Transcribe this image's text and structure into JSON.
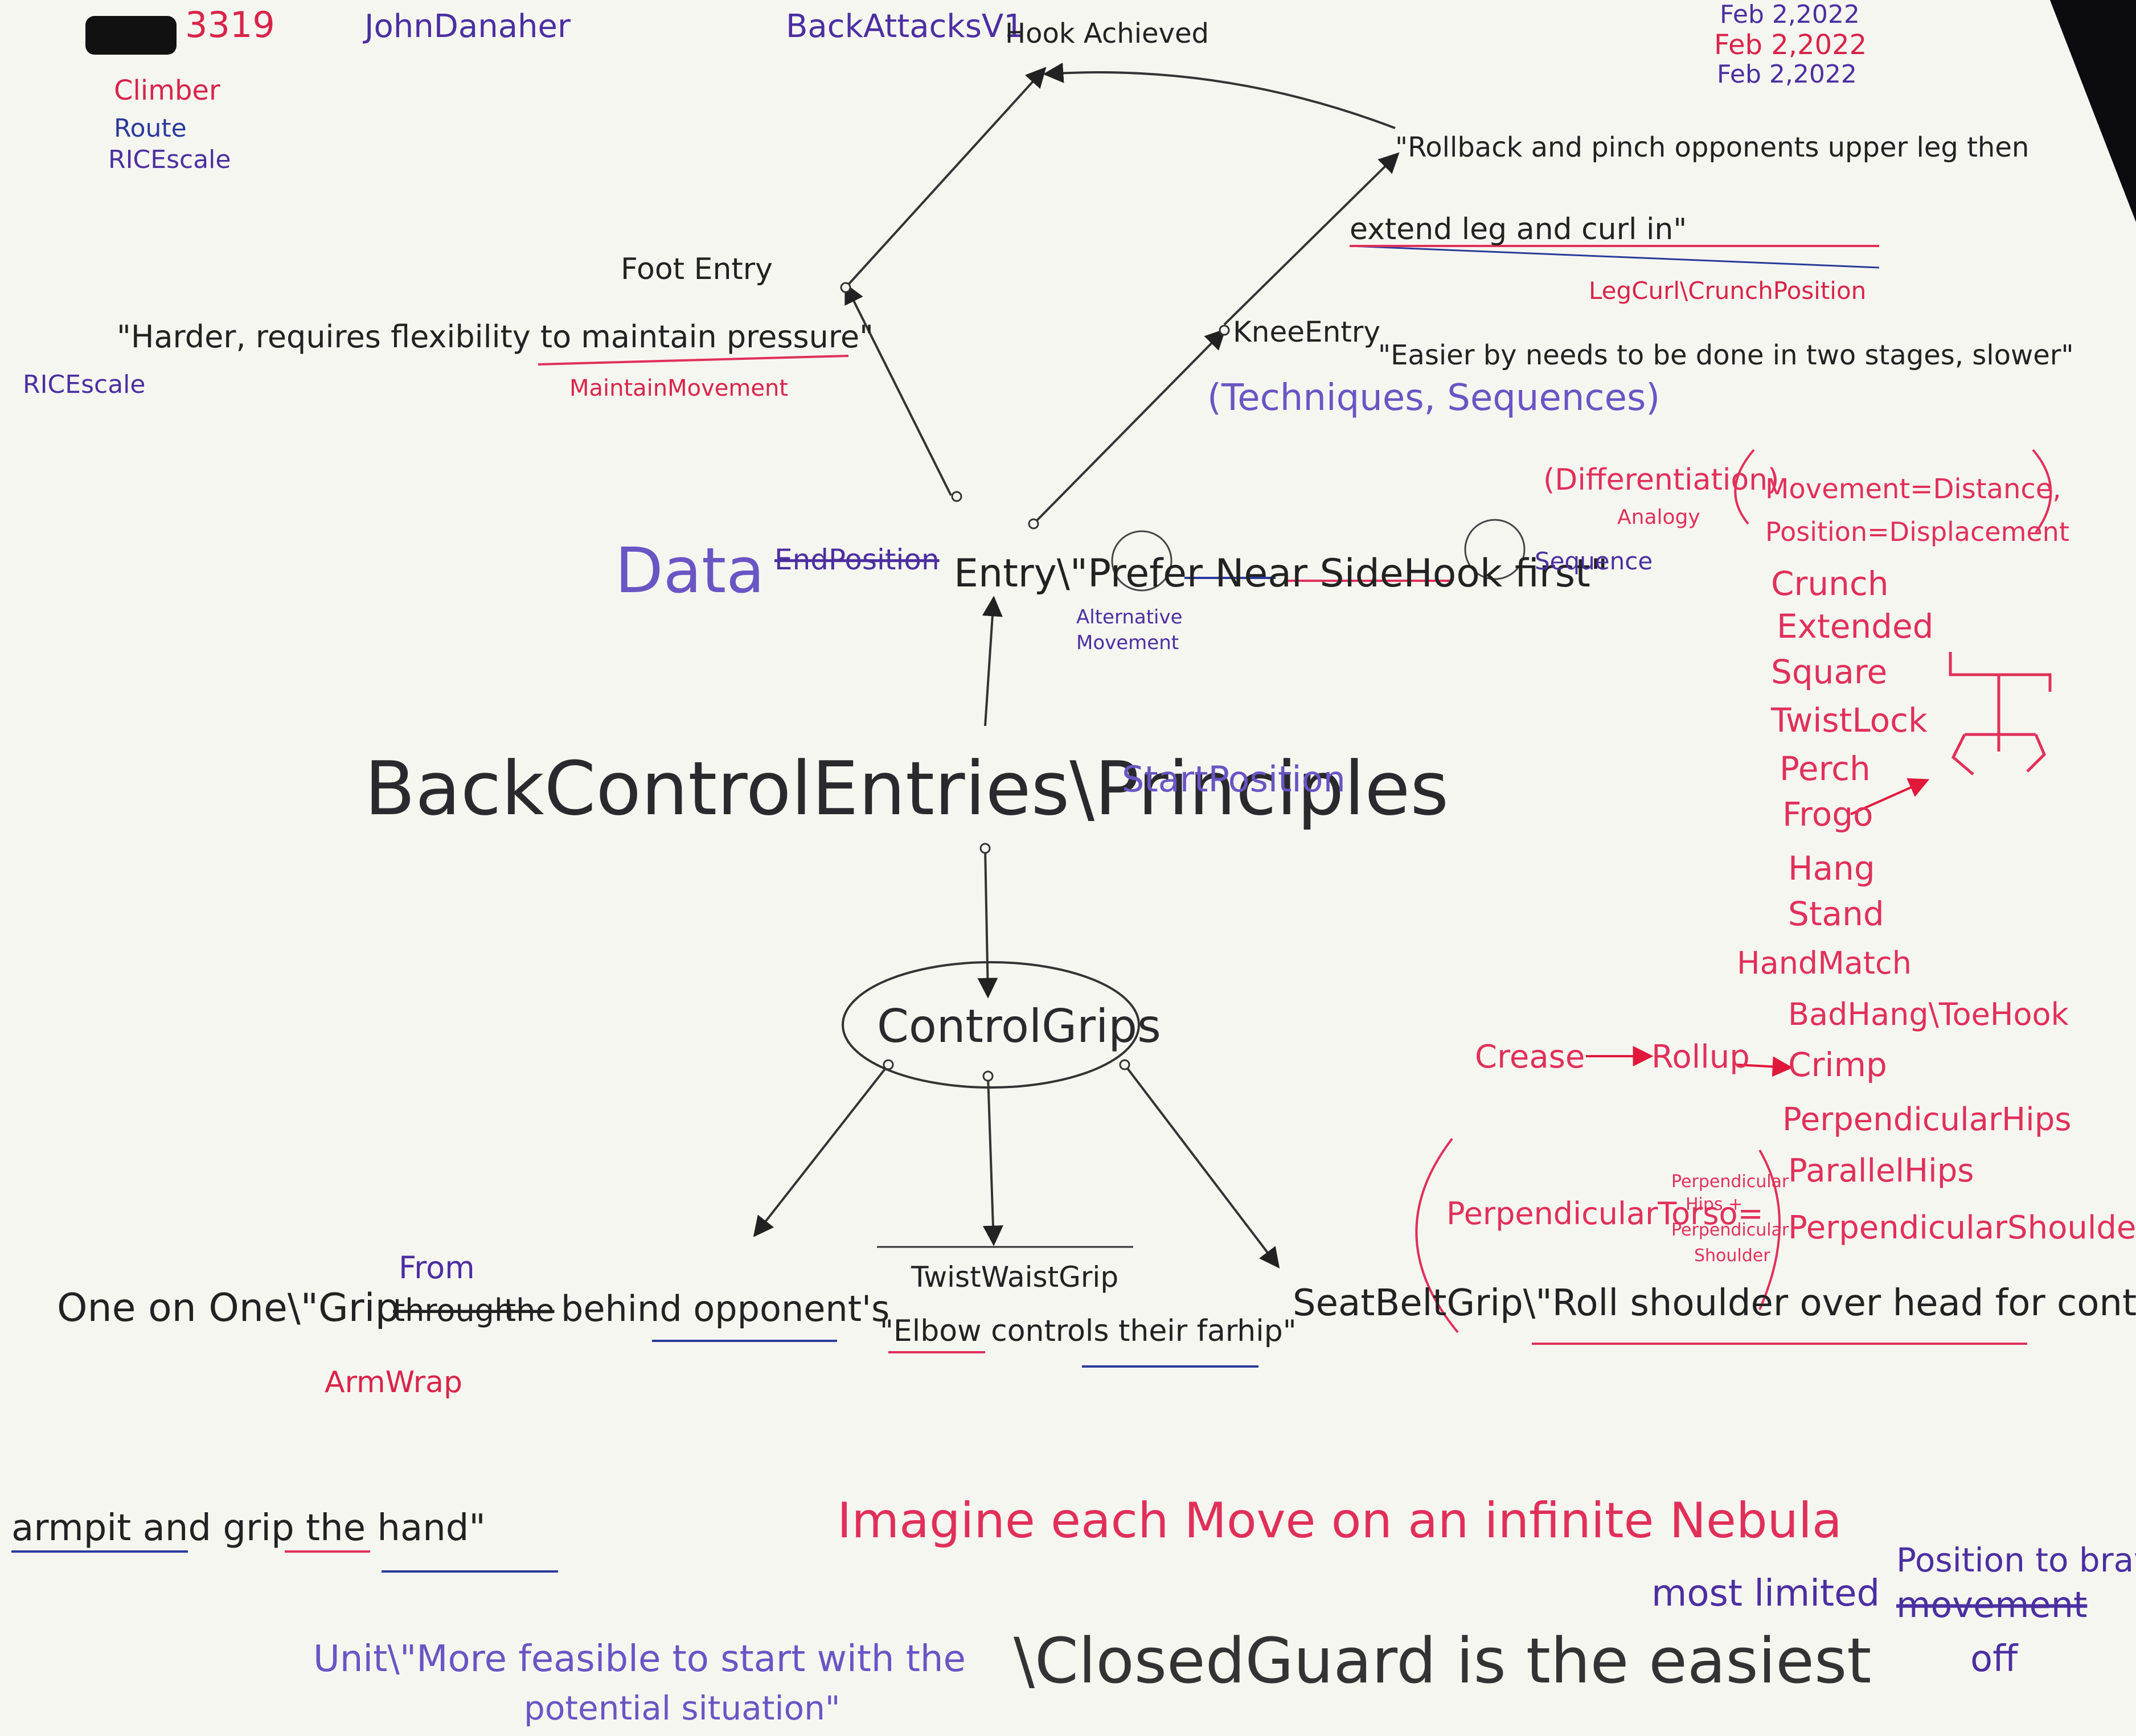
{
  "colors": {
    "paper": "#f6f6f1",
    "black_ink": "#2a2a2e",
    "purple_ink": "#4b2fa0",
    "blue_ink": "#2a3a9a",
    "red_ink": "#d8244a",
    "pink_ink": "#e0305a"
  },
  "header": {
    "page_number": "3319",
    "author": "JohnDanaher",
    "series": "BackAttacksV1",
    "dates": [
      "Feb 2,2022",
      "Feb 2,2022",
      "Feb 2,2022"
    ],
    "corner_notes": [
      "Climber",
      "Route",
      "RICEscale"
    ]
  },
  "goal": {
    "label": "Hook Achieved"
  },
  "foot_entry": {
    "title": "Foot Entry",
    "quote": "\"Harder, requires flexibility to maintain pressure\"",
    "tag": "MaintainMovement",
    "side_note": "RICEscale"
  },
  "knee_entry": {
    "title": "KneeEntry",
    "quote": "\"Easier by needs to be done in two stages, slower\"",
    "note": "(Techniques, Sequences)",
    "step1": "\"Rollback and pinch opponents upper leg then",
    "step2": "extend leg and curl in\"",
    "step_tag": "LegCurl\\CrunchPosition"
  },
  "entry_row": {
    "data": "Data",
    "endposition": "EndPosition",
    "entry": "Entry\\\"Prefer Near SideHook first\"",
    "sequence": "Sequence",
    "alt": [
      "Alternative",
      "Movement"
    ]
  },
  "center": {
    "title": "BackControlEntries\\Principles",
    "start": "StartPosition"
  },
  "grips": {
    "hub": "ControlGrips",
    "one_on_one": "One on One\\\"Grip",
    "from": "From",
    "through": "through",
    "the": "the",
    "behind": "behind opponent's",
    "armwrap": "ArmWrap",
    "twist_title": "TwistWaistGrip",
    "twist_quote": "\"Elbow controls their farhip\"",
    "seatbelt": "SeatBeltGrip\\\"Roll shoulder over head for control\"",
    "continuation": "armpit and grip the hand\""
  },
  "right_panel": {
    "differentiation": "(Differentiation)",
    "analogy": "Analogy",
    "def1": "Movement=Distance,",
    "def2": "Position=Displacement",
    "positions": [
      "Crunch",
      "Extended",
      "Square",
      "TwistLock",
      "Perch",
      "Frogo",
      "Hang",
      "Stand",
      "HandMatch",
      "BadHang\\ToeHook",
      "Crimp",
      "PerpendicularHips",
      "ParallelHips",
      "PerpendicularShoulder"
    ],
    "crease": "Crease",
    "rollup": "Rollup",
    "perp_torso": "PerpendicularTorso=",
    "perp_sub": [
      "Perpendicular",
      "Hips +",
      "Perpendicular",
      "Shoulder"
    ]
  },
  "bottom": {
    "imagine": "Imagine each Move on an infinite Nebula",
    "unit": "Unit\\\"More feasible to start with the",
    "unit2": "potential situation\"",
    "closed": "\\ClosedGuard is the easiest",
    "most_limited": "most limited",
    "position": "Position to brave",
    "movement": "movement",
    "off": "off"
  }
}
